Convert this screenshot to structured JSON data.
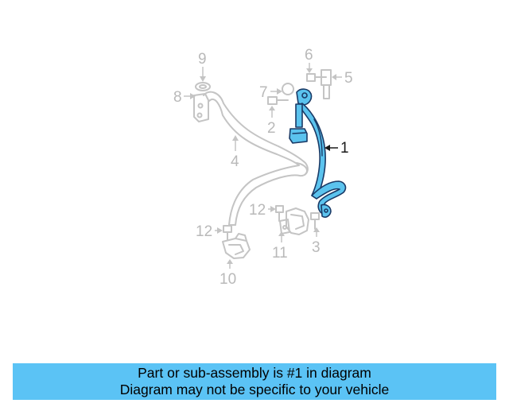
{
  "diagram": {
    "callouts": {
      "c1": "1",
      "c2": "2",
      "c3": "3",
      "c4": "4",
      "c5": "5",
      "c6": "6",
      "c7": "7",
      "c8": "8",
      "c9": "9",
      "c10": "10",
      "c11": "11",
      "c12a": "12",
      "c12b": "12"
    },
    "highlight_color": "#5bc3ee",
    "ghost_color": "#c4c4c4"
  },
  "banner": {
    "line1": "Part or sub-assembly is #1 in diagram",
    "line2": "Diagram may not be specific to your vehicle",
    "background": "#5bc3f5"
  }
}
